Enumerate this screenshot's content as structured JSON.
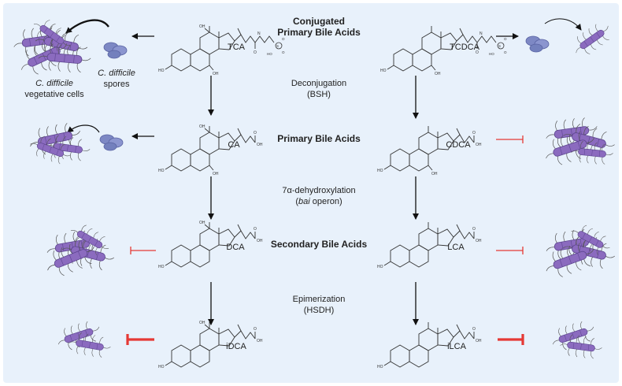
{
  "headings": {
    "conjugated": [
      "Conjugated",
      "Primary Bile Acids"
    ],
    "primary": "Primary Bile Acids",
    "secondary": "Secondary Bile Acids"
  },
  "processes": {
    "deconjugation": [
      "Deconjugation",
      "(BSH)"
    ],
    "dehydroxylation": {
      "line1": "7α-dehydroxylation",
      "open": "(",
      "italic": "bai",
      "rest": " operon)"
    },
    "epimerization": [
      "Epimerization",
      "(HSDH)"
    ]
  },
  "molecules": {
    "tca": "TCA",
    "tcdca": "TCDCA",
    "ca": "CA",
    "cdca": "CDCA",
    "dca": "DCA",
    "lca": "LCA",
    "idca": "iDCA",
    "ilca": "iLCA"
  },
  "cdiff": {
    "vegetative_italic": "C. difficile",
    "vegetative_rest": "vegetative cells",
    "spores_italic": "C. difficile",
    "spores_rest": "spores"
  },
  "colors": {
    "background": "#e8f1fb",
    "bacteria": "#8b6bbf",
    "spore": "#7d88c4",
    "inhibition": "#e53935",
    "arrow": "#111111"
  }
}
